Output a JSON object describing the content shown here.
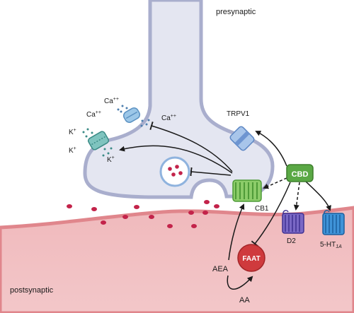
{
  "labels": {
    "presynaptic": "presynaptic",
    "postsynaptic": "postsynaptic",
    "ca1": "Ca",
    "ca1_sup": "++",
    "ca2": "Ca",
    "ca2_sup": "++",
    "ca3": "Ca",
    "ca3_sup": "++",
    "k1": "K",
    "k1_sup": "+",
    "k2": "K",
    "k2_sup": "+",
    "k3": "K",
    "k3_sup": "+",
    "trpv1": "TRPV1",
    "cbd": "CBD",
    "cb1": "CB1",
    "d2": "D2",
    "ht1a_main": "5-HT",
    "ht1a_sub": "1A",
    "faat": "FAAT",
    "aea": "AEA",
    "aa": "AA"
  },
  "colors": {
    "membrane_fill": "#e4e6f1",
    "membrane_stroke": "#a9aecd",
    "postsynaptic_fill": "#efb7ba",
    "postsynaptic_stroke": "#e08a8f",
    "cbd_green": "#5aa845",
    "cb1_green": "#7bbd58",
    "faat_red": "#cf3a3d",
    "vesicle_dot": "#c3234a",
    "trpv1_blue": "#8fb3de",
    "d2_purple": "#7362b8",
    "ht_blue": "#3b8fd6",
    "channel_teal": "#6fb7b5"
  },
  "icons": {
    "ca_channel": "calcium-channel-icon",
    "k_channel": "potassium-channel-icon",
    "trpv1": "trpv1-channel-icon",
    "cb1": "cb1-receptor-icon",
    "d2": "d2-receptor-icon",
    "ht1a": "5ht1a-receptor-icon",
    "vesicle": "synaptic-vesicle-icon"
  }
}
